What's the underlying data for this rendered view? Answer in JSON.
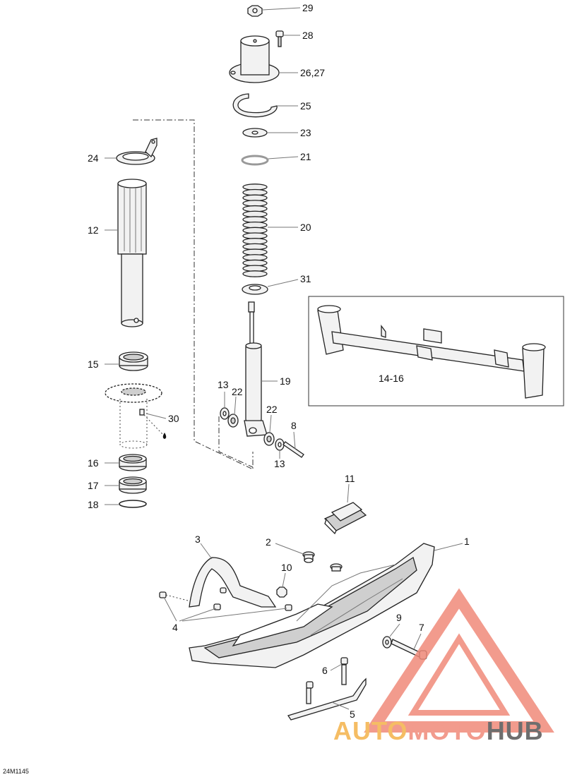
{
  "callouts": {
    "c29": "29",
    "c28": "28",
    "c26_27": "26,27",
    "c25": "25",
    "c23": "23",
    "c21": "21",
    "c20": "20",
    "c31": "31",
    "c19": "19",
    "c24": "24",
    "c12": "12",
    "c15": "15",
    "c30": "30",
    "c16": "16",
    "c17": "17",
    "c18": "18",
    "c13a": "13",
    "c22a": "22",
    "c22b": "22",
    "c8": "8",
    "c13b": "13",
    "c14_16": "14-16",
    "c11": "11",
    "c1": "1",
    "c2": "2",
    "c3": "3",
    "c10": "10",
    "c4": "4",
    "c9": "9",
    "c7": "7",
    "c6": "6",
    "c5": "5"
  },
  "figure_code": "24M1145",
  "watermark": {
    "part1": "AUTO",
    "part2": "MOTO",
    "part3": "HUB",
    "colors": {
      "orange": "#f4b24a",
      "red": "#f08a7a",
      "grey": "#555555"
    }
  }
}
